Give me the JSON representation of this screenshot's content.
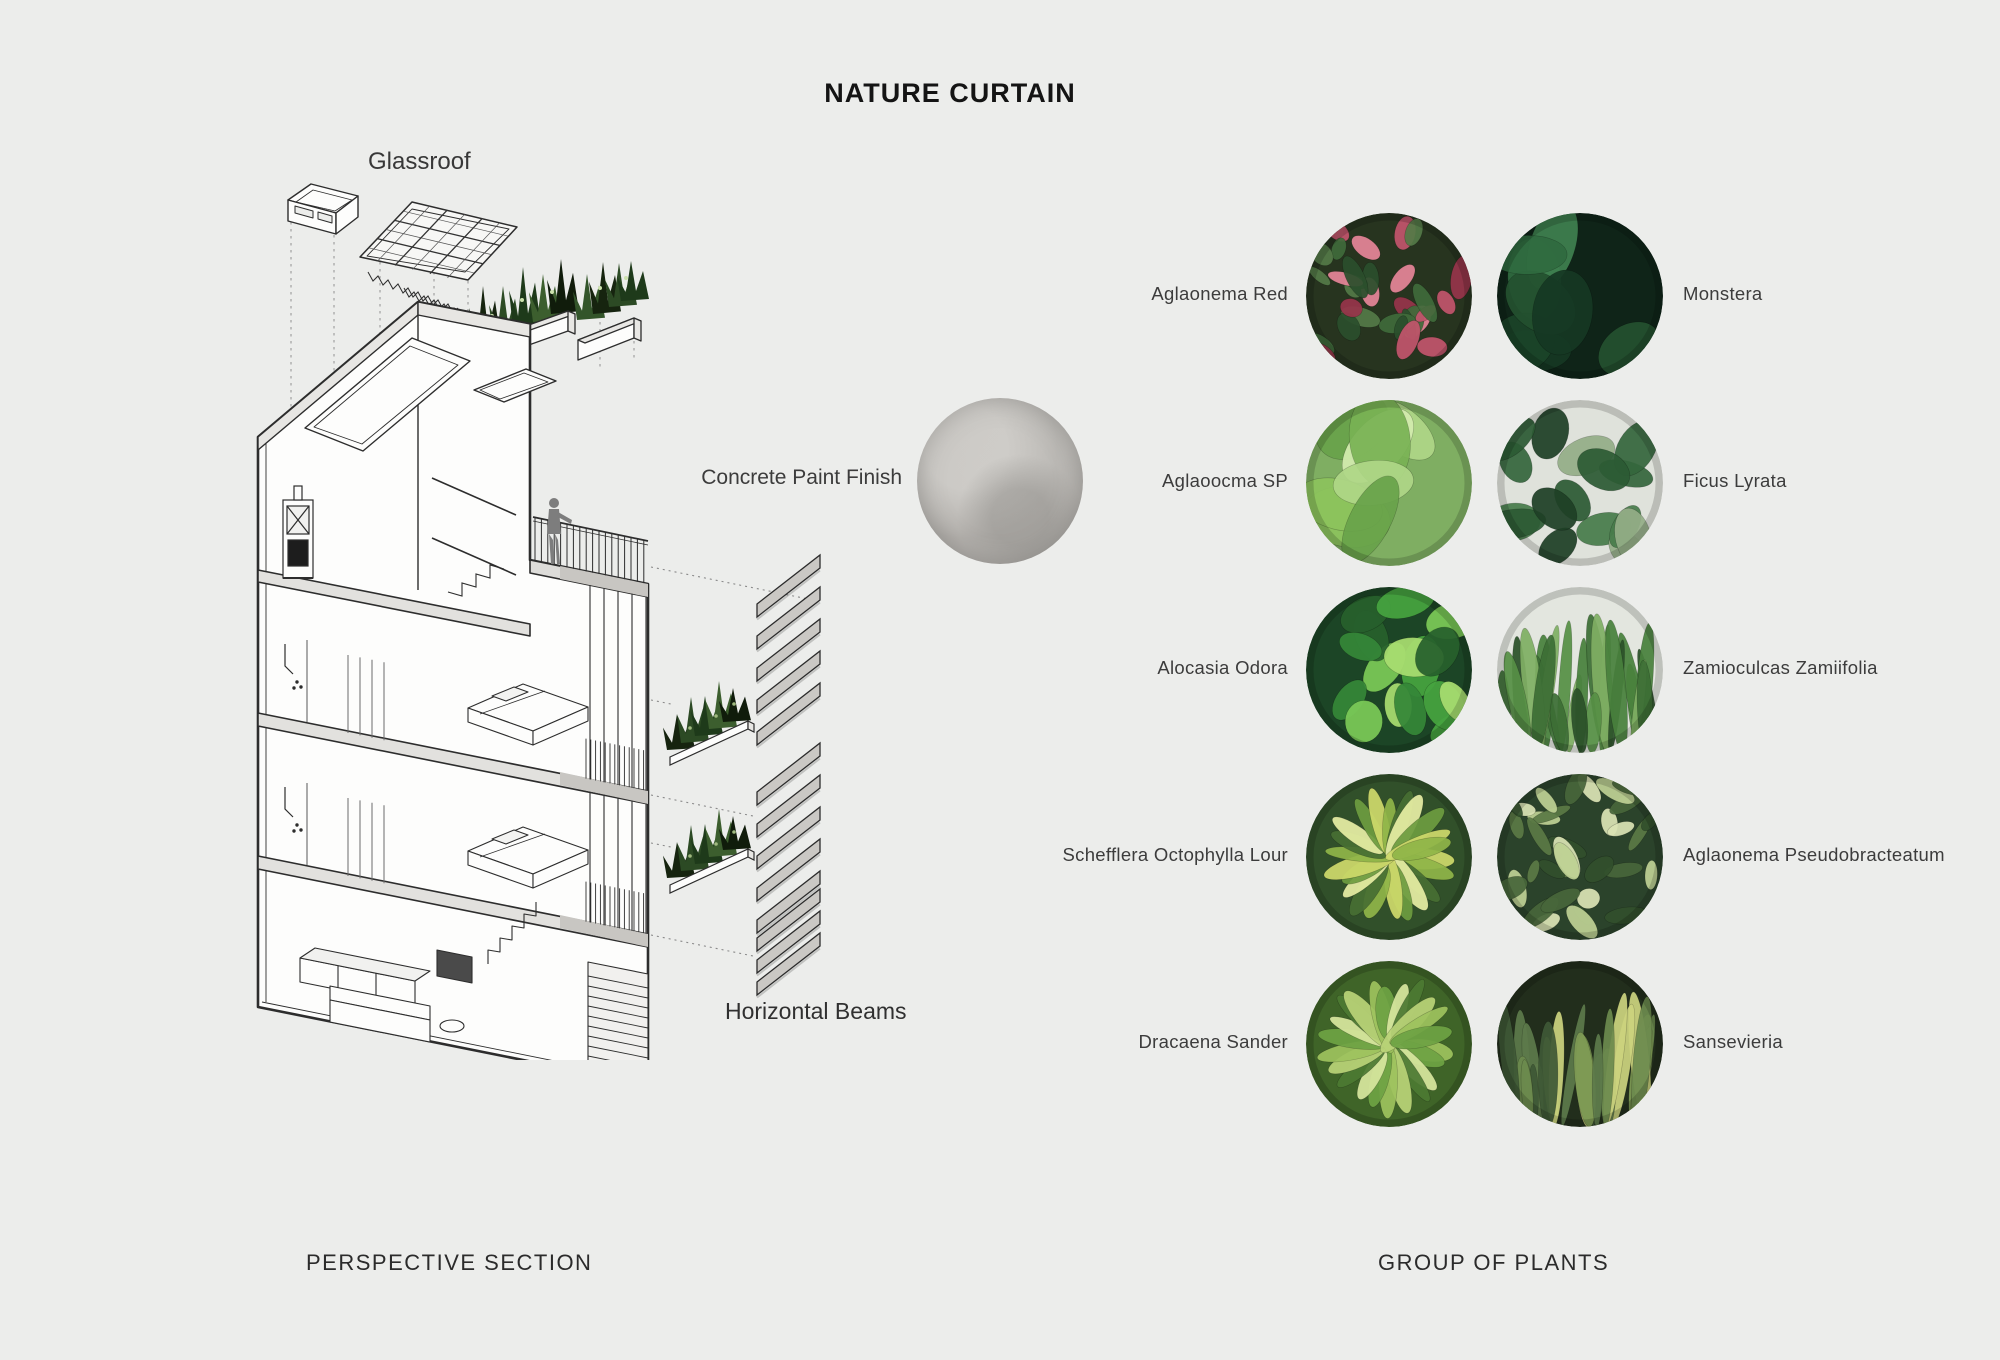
{
  "title": "NATURE CURTAIN",
  "colors": {
    "background": "#ecedeb",
    "line_dark": "#2d2d2d",
    "beam_gray": "#cac8c4",
    "concrete_gray": "#b3b0ac",
    "text_dark": "#141414",
    "text_gray": "#3c3c3c"
  },
  "perspective_section": {
    "caption": "PERSPECTIVE SECTION",
    "glassroof_label": "Glassroof",
    "horizontal_beams_label": "Horizontal Beams"
  },
  "material": {
    "label": "Concrete Paint Finish"
  },
  "plants": {
    "caption": "GROUP OF PLANTS",
    "rows": [
      {
        "left": {
          "name": "Aglaonema Red",
          "mode": "scatter",
          "bg": "#27341f",
          "palette": [
            "#c2556c",
            "#e58598",
            "#3f6b3a",
            "#2b4f2c",
            "#97354a",
            "#547a47"
          ]
        },
        "right": {
          "name": "Monstera",
          "mode": "big",
          "bg": "#0f2418",
          "palette": [
            "#23512f",
            "#2f6b40",
            "#163823",
            "#3e8050",
            "#1b4429"
          ]
        }
      },
      {
        "left": {
          "name": "Aglaoocma SP",
          "mode": "big",
          "bg": "#7fae62",
          "palette": [
            "#8cc35d",
            "#aed686",
            "#68a24a",
            "#d3ecae",
            "#79b254"
          ]
        },
        "right": {
          "name": "Ficus Lyrata",
          "mode": "scatter_big",
          "bg": "#dfe2db",
          "palette": [
            "#2c5a34",
            "#477c4a",
            "#1e4026",
            "#93ad86",
            "#35663c"
          ]
        }
      },
      {
        "left": {
          "name": "Alocasia Odora",
          "mode": "scatter_big",
          "bg": "#1c4526",
          "palette": [
            "#46a43f",
            "#7bc957",
            "#27602c",
            "#a8dd70",
            "#358738"
          ]
        },
        "right": {
          "name": "Zamioculcas Zamiifolia",
          "mode": "blades",
          "bg": "#e3e6df",
          "palette": [
            "#3c6e35",
            "#568f45",
            "#2b5129",
            "#7fae63",
            "#48803c"
          ]
        }
      },
      {
        "left": {
          "name": "Schefflera Octophylla Lour",
          "mode": "fan",
          "bg": "#31502a",
          "palette": [
            "#cdd96a",
            "#8fb548",
            "#476f33",
            "#e6eea4",
            "#6d9c3f"
          ]
        },
        "right": {
          "name": "Aglaonema Pseudobracteatum",
          "mode": "scatter",
          "bg": "#2b432b",
          "palette": [
            "#d9e3b4",
            "#47663a",
            "#31502c",
            "#bdd193",
            "#5a7a45"
          ]
        }
      },
      {
        "left": {
          "name": "Dracaena Sander",
          "mode": "fan",
          "bg": "#3f6428",
          "palette": [
            "#9dc25e",
            "#6ea344",
            "#d7e69e",
            "#4c7a33",
            "#b9d377"
          ]
        },
        "right": {
          "name": "Sansevieria",
          "mode": "blades",
          "bg": "#222e1c",
          "palette": [
            "#5c7a4a",
            "#7e9a54",
            "#3e5836",
            "#cbd37e",
            "#6c8a4d"
          ]
        }
      }
    ]
  }
}
